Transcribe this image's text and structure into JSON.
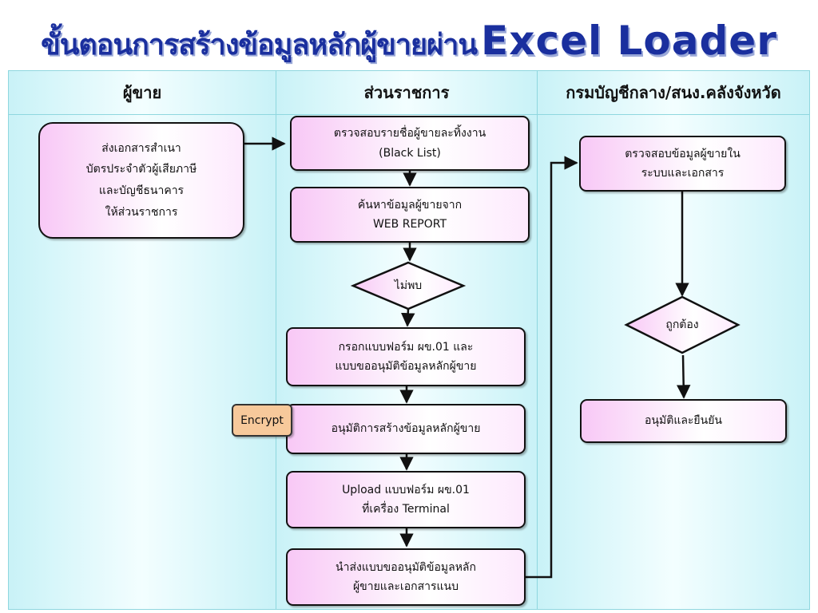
{
  "title": {
    "thai": "ขั้นตอนการสร้างข้อมูลหลักผู้ขายผ่าน",
    "english": "Excel Loader"
  },
  "lanes": [
    {
      "label": "ผู้ขาย"
    },
    {
      "label": "ส่วนราชการ"
    },
    {
      "label": "กรมบัญชีกลาง/สนง.คลังจังหวัด"
    }
  ],
  "vendor": {
    "send_docs": [
      "ส่งเอกสารสำเนา",
      "บัตรประจำตัวผู้เสียภาษี",
      "และบัญชีธนาคาร",
      "ให้ส่วนราชการ"
    ]
  },
  "agency": {
    "check_blacklist": [
      "ตรวจสอบรายชื่อผู้ขายละทิ้งงาน",
      "(Black List)"
    ],
    "search_report": [
      "ค้นหาข้อมูลผู้ขายจาก",
      "WEB REPORT"
    ],
    "not_found": "ไม่พบ",
    "fill_form": [
      "กรอกแบบฟอร์ม ผข.01 และ",
      "แบบขออนุมัติข้อมูลหลักผู้ขาย"
    ],
    "approve_create": "อนุมัติการสร้างข้อมูลหลักผู้ขาย",
    "encrypt": "Encrypt",
    "upload": [
      "Upload แบบฟอร์ม ผข.01",
      "ที่เครื่อง Terminal"
    ],
    "submit_docs": [
      "นำส่งแบบขออนุมัติข้อมูลหลัก",
      "ผู้ขายและเอกสารแนบ"
    ]
  },
  "comptroller": {
    "verify": [
      "ตรวจสอบข้อมูลผู้ขายใน",
      "ระบบและเอกสาร"
    ],
    "correct": "ถูกต้อง",
    "confirm": "อนุมัติและยืนยัน"
  }
}
